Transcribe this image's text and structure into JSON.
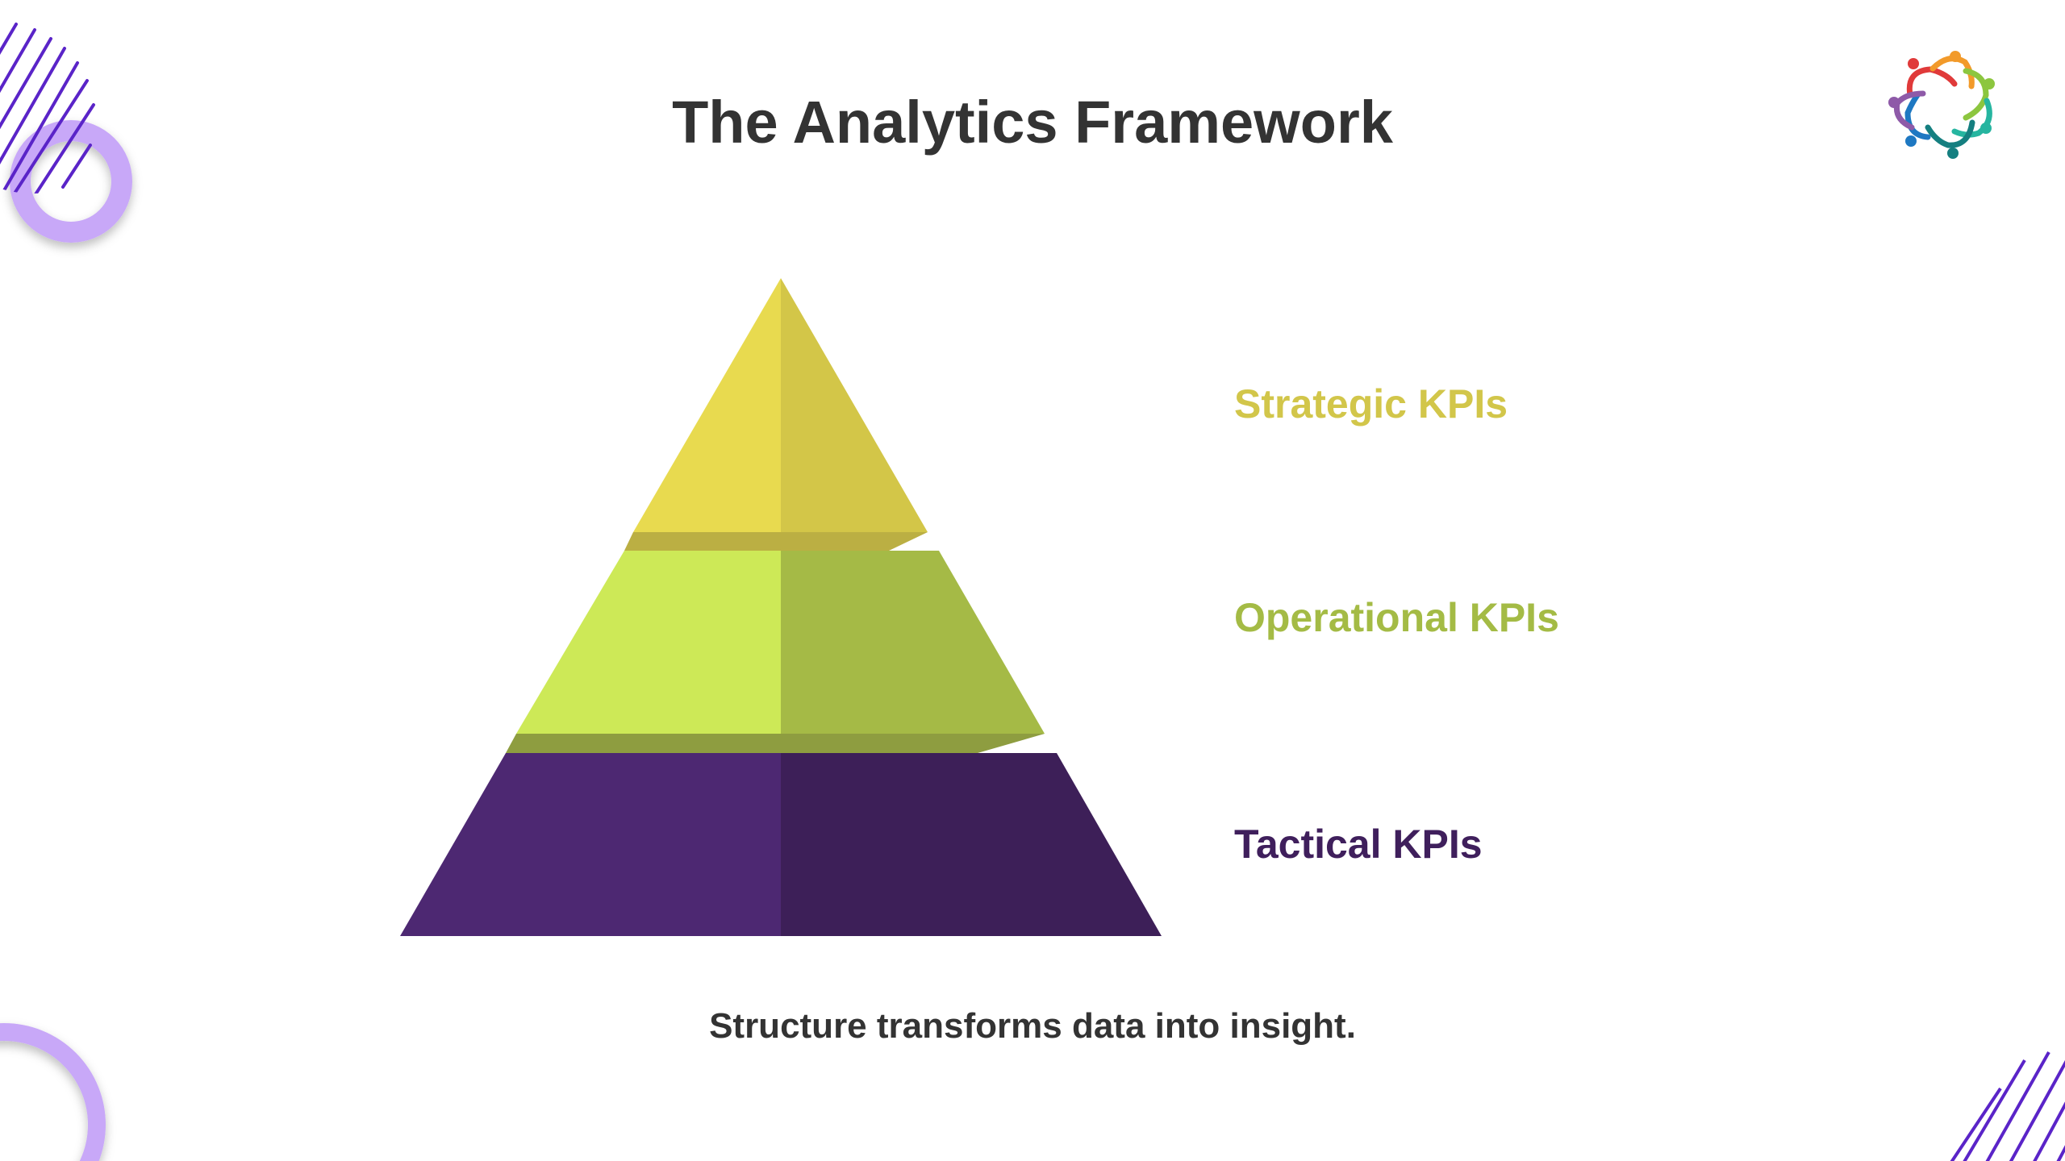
{
  "title": "The Analytics Framework",
  "tiers": [
    {
      "label": "Strategic KPIs",
      "color": "#d2c64a"
    },
    {
      "label": "Operational KPIs",
      "color": "#a4bb45"
    },
    {
      "label": "Tactical KPIs",
      "color": "#3f1f5c"
    }
  ],
  "caption": "Structure transforms data into insight.",
  "icons": {
    "logo": "people-circle-logo",
    "decor": "purple-ring-stripes"
  }
}
